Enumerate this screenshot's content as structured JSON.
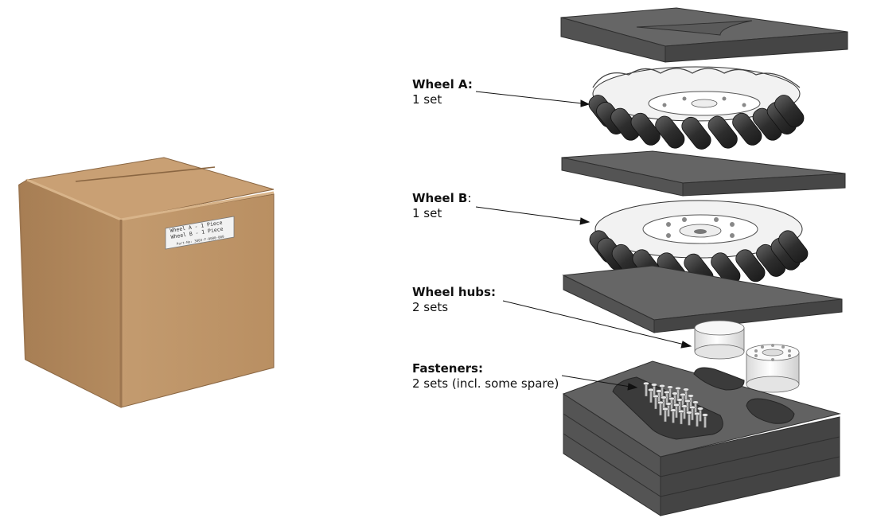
{
  "box_label": {
    "line1": "Wheel A - 1 Piece",
    "line2": "Wheel B - 1 Piece",
    "line3": "Part-No: 3003-F-0000-000"
  },
  "callouts": {
    "wheel_a": {
      "title": "Wheel A:",
      "qty": "1 set"
    },
    "wheel_b": {
      "title": "Wheel B",
      "colon": ":",
      "qty": "1 set"
    },
    "wheel_hubs": {
      "title": "Wheel hubs:",
      "qty": "2 sets"
    },
    "fasteners": {
      "title": "Fasteners:",
      "qty": "2 sets (incl. some spare)"
    }
  },
  "colors": {
    "cardboard": "#c49a6c",
    "foam": "#5c5c5c",
    "roller": "#3a3a3a"
  }
}
